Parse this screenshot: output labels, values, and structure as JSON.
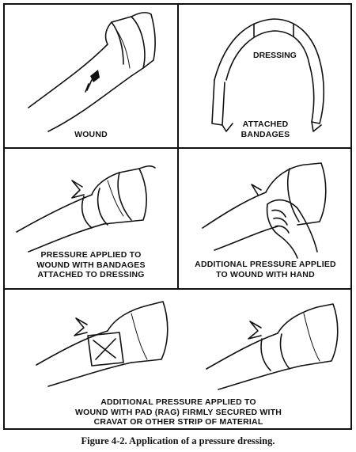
{
  "panels": {
    "wound": {
      "caption_lines": [
        "WOUND"
      ]
    },
    "dressing": {
      "label": "DRESSING",
      "caption_lines": [
        "ATTACHED",
        "BANDAGES"
      ]
    },
    "pressure_bandages": {
      "caption_lines": [
        "PRESSURE APPLIED TO",
        "WOUND WITH BANDAGES",
        "ATTACHED TO DRESSING"
      ]
    },
    "pressure_hand": {
      "caption_lines": [
        "ADDITIONAL PRESSURE APPLIED",
        "TO WOUND WITH HAND"
      ]
    },
    "pressure_pad": {
      "caption_lines": [
        "ADDITIONAL PRESSURE APPLIED TO",
        "WOUND WITH PAD (RAG) FIRMLY SECURED WITH",
        "CRAVAT OR OTHER STRIP OF MATERIAL"
      ]
    }
  },
  "figure_caption": "Figure 4-2. Application of a pressure dressing."
}
